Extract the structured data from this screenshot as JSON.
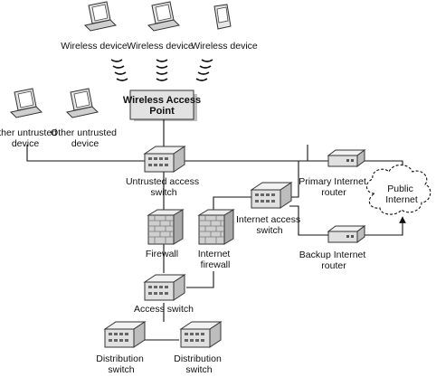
{
  "nodes": {
    "wireless_device_1": {
      "label_lines": [
        "Wireless device"
      ]
    },
    "wireless_device_2": {
      "label_lines": [
        "Wireless device"
      ]
    },
    "wireless_device_3": {
      "label_lines": [
        "Wireless device"
      ]
    },
    "wireless_access_point": {
      "label_lines": [
        "Wireless Access",
        "Point"
      ]
    },
    "other_untrusted_1": {
      "label_lines": [
        "Other untrusted",
        "device"
      ]
    },
    "other_untrusted_2": {
      "label_lines": [
        "Other untrusted",
        "device"
      ]
    },
    "untrusted_access_switch": {
      "label_lines": [
        "Untrusted access",
        "switch"
      ]
    },
    "firewall": {
      "label_lines": [
        "Firewall"
      ]
    },
    "internet_firewall": {
      "label_lines": [
        "Internet",
        "firewall"
      ]
    },
    "internet_access_switch": {
      "label_lines": [
        "Internet access",
        "switch"
      ]
    },
    "primary_router": {
      "label_lines": [
        "Primary Internet",
        "router"
      ]
    },
    "backup_router": {
      "label_lines": [
        "Backup Internet",
        "router"
      ]
    },
    "public_internet": {
      "label_lines": [
        "Public",
        "Internet"
      ]
    },
    "access_switch": {
      "label_lines": [
        "Access switch"
      ]
    },
    "distribution_switch_1": {
      "label_lines": [
        "Distribution",
        "switch"
      ]
    },
    "distribution_switch_2": {
      "label_lines": [
        "Distribution",
        "switch"
      ]
    }
  }
}
